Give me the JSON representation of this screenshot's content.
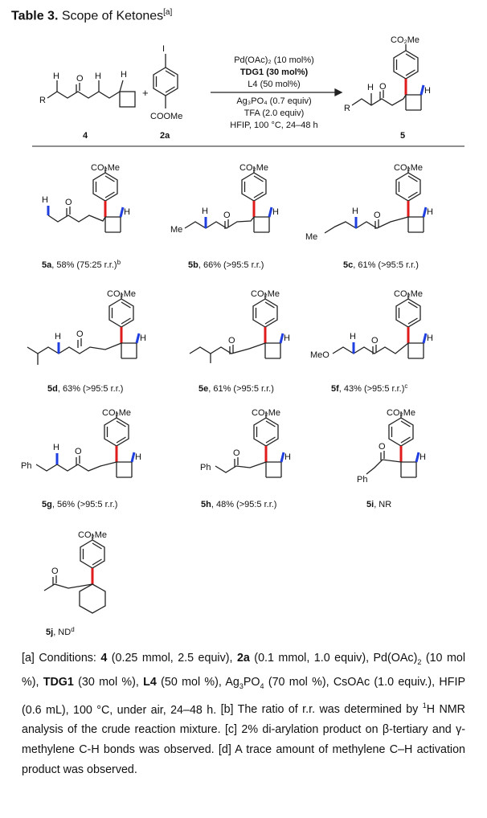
{
  "title": {
    "label": "Table 3.",
    "text": "Scope of Ketones",
    "note": "[a]"
  },
  "scheme": {
    "reactant1_label": "4",
    "reactant2_label": "2a",
    "product_label": "5",
    "reactant2_sub_text": "COOMe",
    "reactant2_top_atom": "I",
    "plus": "+",
    "r_group": "R",
    "conditions": {
      "line1": "Pd(OAc)₂ (10 mol%)",
      "line2": "TDG1 (30 mol%)",
      "line3": "L4 (50 mol%)",
      "line4": "Ag₃PO₄ (0.7 equiv)",
      "line5": "TFA (2.0 equiv)",
      "line6": "HFIP, 100 °C, 24–48 h"
    }
  },
  "atoms": {
    "h": "H",
    "o": "O",
    "me": "Me",
    "ph": "Ph",
    "meo": "MeO",
    "co2me": "CO₂Me"
  },
  "products": [
    {
      "id": "5a",
      "caption": ", 58% (75:25 r.r.)",
      "note": "b"
    },
    {
      "id": "5b",
      "caption": ", 66% (>95:5 r.r.)",
      "note": ""
    },
    {
      "id": "5c",
      "caption": ", 61% (>95:5 r.r.)",
      "note": ""
    },
    {
      "id": "5d",
      "caption": ", 63% (>95:5 r.r.)",
      "note": ""
    },
    {
      "id": "5e",
      "caption": ",  61% (>95:5 r.r.)",
      "note": ""
    },
    {
      "id": "5f",
      "caption": ", 43% (>95:5 r.r.)",
      "note": "c"
    },
    {
      "id": "5g",
      "caption": ", 56% (>95:5 r.r.)",
      "note": ""
    },
    {
      "id": "5h",
      "caption": ",  48% (>95:5 r.r.)",
      "note": ""
    },
    {
      "id": "5i",
      "caption": ", NR",
      "note": ""
    },
    {
      "id": "5j",
      "caption": ", ND",
      "note": "d"
    }
  ],
  "footnotes": {
    "a": {
      "p1": "[a] Conditions: ",
      "b1": "4",
      "p2": " (0.25 mmol, 2.5 equiv), ",
      "b2": "2a",
      "p3": " (0.1 mmol, 1.0 equiv), Pd(OAc)",
      "s1": "2",
      "p4": " (10 mol %), ",
      "b3": "TDG1",
      "p5": " (30 mol %), ",
      "b4": "L4",
      "p6": " (50 mol %), Ag",
      "s2": "3",
      "p7": "PO",
      "s3": "4",
      "p8": " (70 mol %), CsOAc (1.0 equiv.), HFIP (0.6 mL), 100 °C, under air, 24–48 h."
    },
    "b": {
      "p1": "[b] The ratio of r.r. was determined by ",
      "sup": "1",
      "p2": "H NMR analysis of the crude reaction mixture."
    },
    "c": "[c] 2% di-arylation product on β-tertiary and γ-methylene C-H bonds was observed.",
    "d": "[d] A trace amount of methylene C–H activation product was observed."
  }
}
